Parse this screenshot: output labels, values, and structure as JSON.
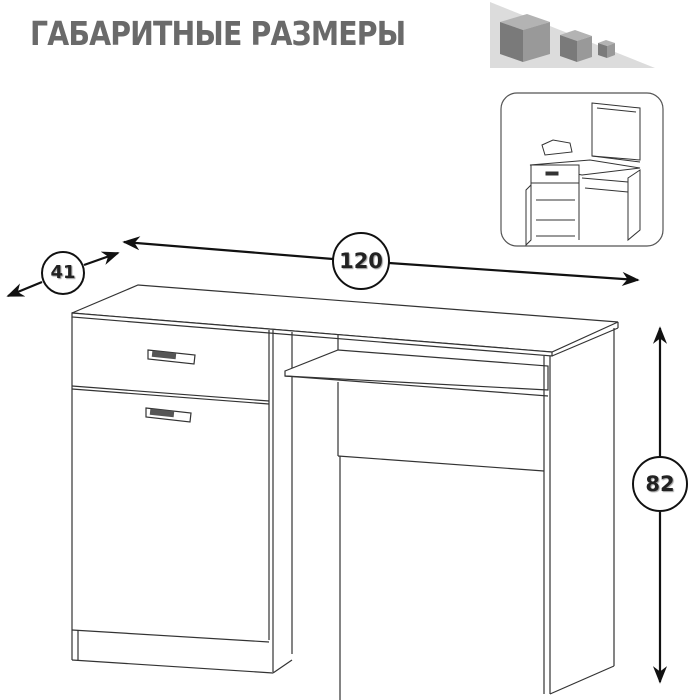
{
  "header": {
    "title": "ГАБАРИТНЫЕ РАЗМЕРЫ",
    "icon": "cubes-decreasing-icon",
    "title_color": "#6a6a6a",
    "banner_bg": "#d9d9d9"
  },
  "thumbnail": {
    "description": "dressing-table-with-mirror-preview",
    "icon": "dressing-table-icon"
  },
  "dimensions": {
    "depth": "41",
    "width": "120",
    "height": "82"
  },
  "drawing": {
    "subject": "desk-with-drawer-and-cabinet-door",
    "line_color": "#333333"
  }
}
